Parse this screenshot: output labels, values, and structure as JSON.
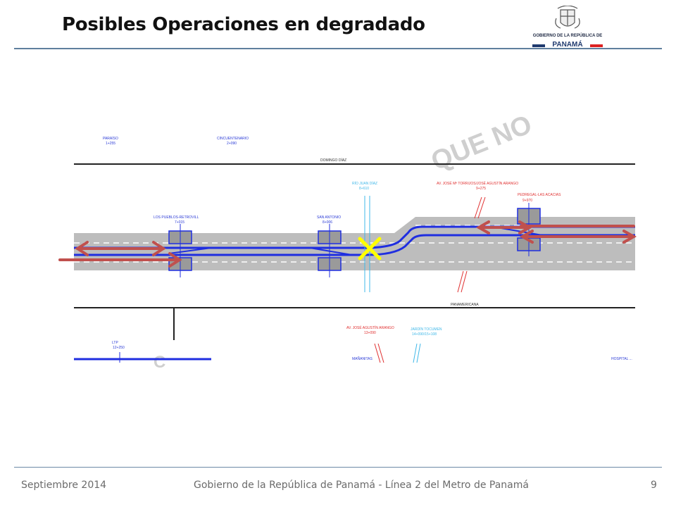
{
  "slide": {
    "title": "Posibles Operaciones en degradado",
    "footer_date": "Septiembre 2014",
    "footer_center": "Gobierno de la República de Panamá - Línea 2 del Metro de Panamá",
    "page_number": "9"
  },
  "logo": {
    "line1": "GOBIERNO DE LA REPÚBLICA DE",
    "line2": "PANAMÁ"
  },
  "watermark": {
    "top": "QUE NO",
    "bottom": "C"
  },
  "stations": {
    "top_left_1": {
      "name": "PARAÍSO",
      "pk": "1+255"
    },
    "top_left_2": {
      "name": "CINCUENTENARIO",
      "pk": "2+090"
    },
    "road_top": "DOMINGO DÍAZ",
    "s1": {
      "name": "LOS PUEBLOS-RETROVILL",
      "pk": "7+015"
    },
    "s2": {
      "name": "SAN ANTONIO",
      "pk": "8+006"
    },
    "s3": {
      "name": "RÍO JUAN DÍAZ",
      "pk": "8+610"
    },
    "s4": {
      "name": "AV. JOSÉ Mª TORRIJOS/JOSÉ AGUSTÍN ARANGO",
      "pk": "9+275"
    },
    "s5": {
      "name": "PEDREGAL-LAS ACACIAS",
      "pk": "9+970"
    },
    "road_bottom": "PANAMERICANA",
    "s6": {
      "name": "AV. JOSÉ AGUSTÍN ARANGO",
      "pk": "13+090"
    },
    "s7": {
      "name": "JARDÍN TOCUMEN",
      "pk": "14+090/15+108"
    },
    "s8": {
      "name": "LTP",
      "pk": "12+250"
    },
    "s9": {
      "name": "MAÑANITAS"
    },
    "s10": {
      "name": "HOSPITAL ..."
    }
  },
  "colors": {
    "track_blue": "#1f2ee0",
    "arrow_red": "#c0504d",
    "cross_yellow": "#ffff00",
    "road_gray": "#b8b8b8",
    "label_red": "#e03030",
    "label_cyan": "#40b8e8",
    "watermark_gray": "#c8c8c8"
  },
  "marker": {
    "symbol": "✕",
    "meaning": "cross-icon"
  }
}
